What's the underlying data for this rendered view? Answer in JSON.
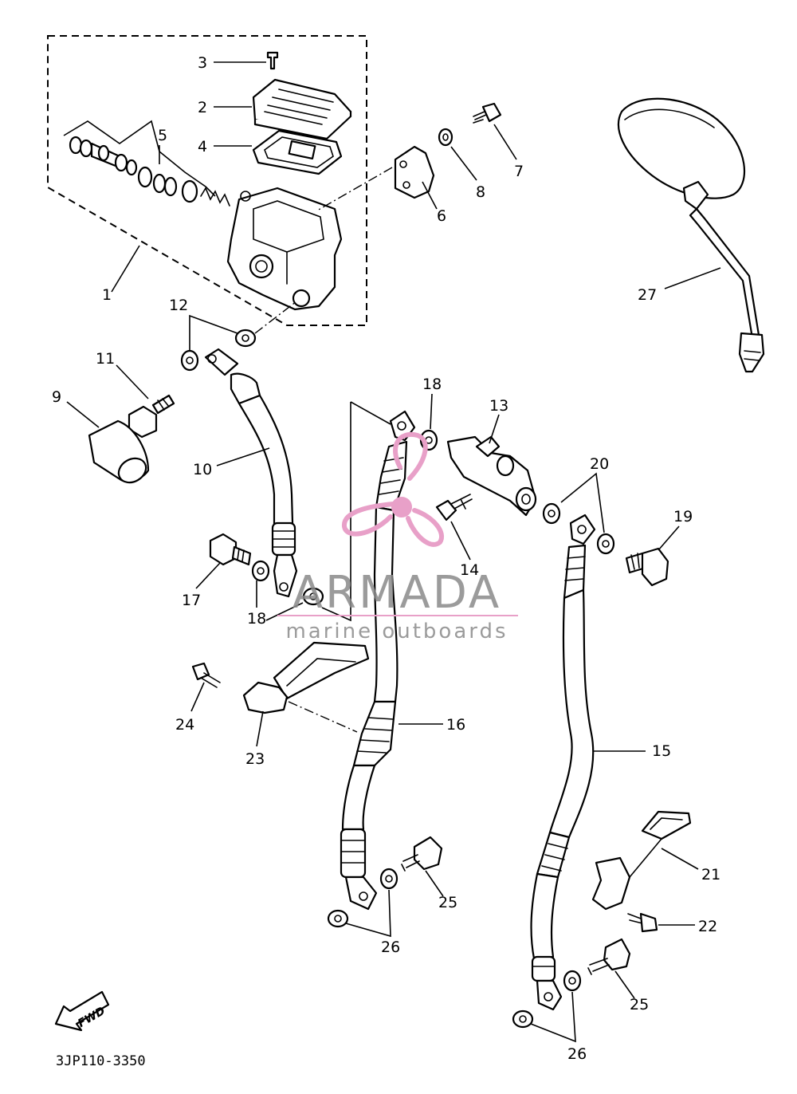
{
  "diagram": {
    "drawing_code": "3JP110-3350",
    "fwd_label": "FWD",
    "watermark": {
      "brand": "ARMADA",
      "tagline": "marine outboards",
      "accent_color": "#e8a0c8",
      "text_color": "#8a8a8a"
    },
    "callouts": {
      "c1": "1",
      "c2": "2",
      "c3": "3",
      "c4": "4",
      "c5": "5",
      "c6": "6",
      "c7": "7",
      "c8": "8",
      "c9": "9",
      "c10": "10",
      "c11": "11",
      "c12": "12",
      "c13": "13",
      "c14": "14",
      "c15": "15",
      "c16": "16",
      "c17": "17",
      "c18a": "18",
      "c18b": "18",
      "c19": "19",
      "c20": "20",
      "c21": "21",
      "c22": "22",
      "c23": "23",
      "c24": "24",
      "c25a": "25",
      "c25b": "25",
      "c26a": "26",
      "c26b": "26",
      "c27": "27"
    }
  }
}
